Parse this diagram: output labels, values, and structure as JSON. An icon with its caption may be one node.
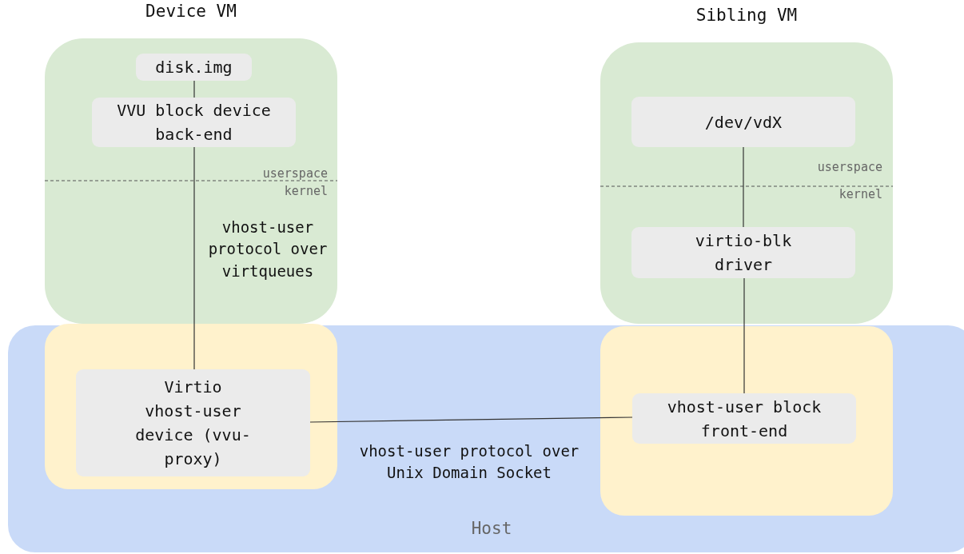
{
  "diagram": {
    "nodes": [
      {
        "text": [
          "Device VM"
        ]
      },
      {
        "text": [
          "disk.img"
        ],
        "in": 0
      },
      {
        "text": [
          "VVU block device back-end"
        ],
        "in": 0
      },
      {
        "text": [
          "Sibling VM"
        ]
      },
      {
        "text": [
          "/dev/vdX"
        ],
        "in": 3
      },
      {
        "text": [
          "virtio-blk driver"
        ],
        "in": 3
      },
      {
        "text": [
          "Host"
        ]
      },
      {
        "text": [],
        "shape": "box",
        "in": 6
      },
      {
        "text": [
          "Virtio vhost-user device (vvu-proxy)"
        ],
        "in": 7
      },
      {
        "text": [],
        "shape": "box",
        "in": 6
      },
      {
        "text": [
          "vhost-user block front-end"
        ],
        "in": 9
      }
    ],
    "edges": [
      {
        "from": 1,
        "to": 2,
        "arrow": "none"
      },
      {
        "from": 2,
        "to": 8,
        "arrow": "none",
        "label": "vhost-user protocol over virtqueues"
      },
      {
        "from": 4,
        "to": 5,
        "arrow": "none"
      },
      {
        "from": 5,
        "to": 10,
        "arrow": "none"
      },
      {
        "from": 8,
        "to": 10,
        "arrow": "none",
        "label": "vhost-user protocol over Unix Domain Socket"
      }
    ],
    "labels": [
      "userspace",
      "kernel",
      "userspace",
      "kernel"
    ]
  }
}
